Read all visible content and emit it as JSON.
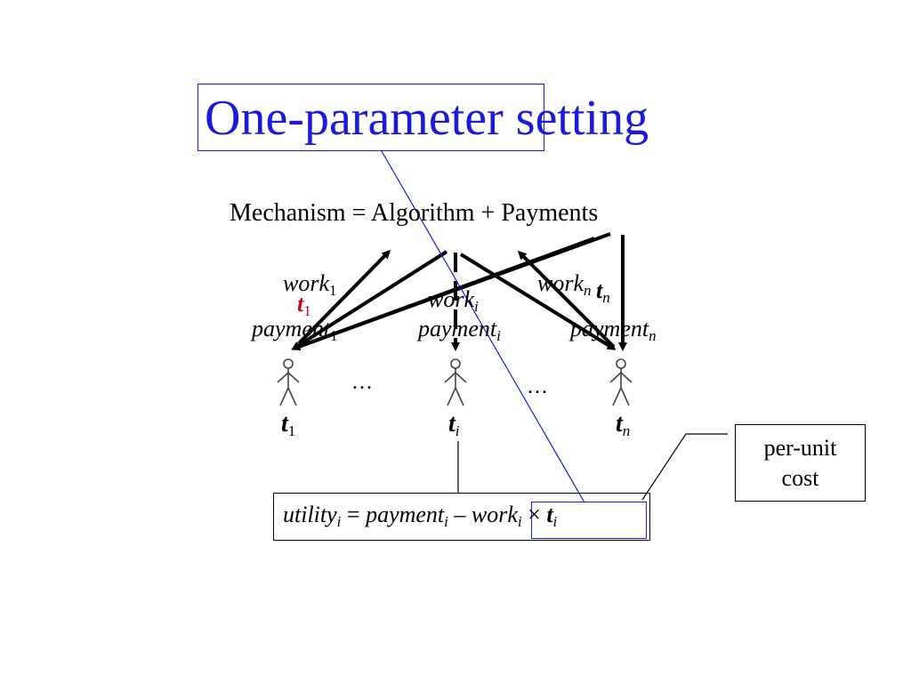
{
  "title": {
    "boxed": "One-parameter",
    "rest": "setting"
  },
  "mechanism": "Mechanism = Algorithm + Payments",
  "agents": [
    {
      "work_word": "work",
      "work_sub": "1",
      "payment_word": "payment",
      "payment_sub": "1",
      "type_var": "t",
      "type_sub": "1",
      "overlap_var": "t",
      "overlap_sub": "1"
    },
    {
      "work_word": "work",
      "work_sub": "i",
      "payment_word": "payment",
      "payment_sub": "i",
      "type_var": "t",
      "type_sub": "i"
    },
    {
      "work_word": "work",
      "work_sub": "n",
      "payment_word": "payment",
      "payment_sub": "n",
      "type_var": "t",
      "type_sub": "n",
      "overlap_var": "t",
      "overlap_sub": "n"
    }
  ],
  "ellipsis": "…",
  "utility": {
    "u_word": "utility",
    "u_sub": "i",
    "eq": "=",
    "p_word": "payment",
    "p_sub": "i",
    "minus": "–",
    "w_word": "work",
    "w_sub": "i",
    "times": "×",
    "t_var": "t",
    "t_sub": "i"
  },
  "callout": {
    "line1": "per-unit",
    "line2": "cost"
  },
  "colors": {
    "title_blue": "#1a1adf",
    "highlight_red": "#d0021b",
    "arrow": "#000000"
  }
}
